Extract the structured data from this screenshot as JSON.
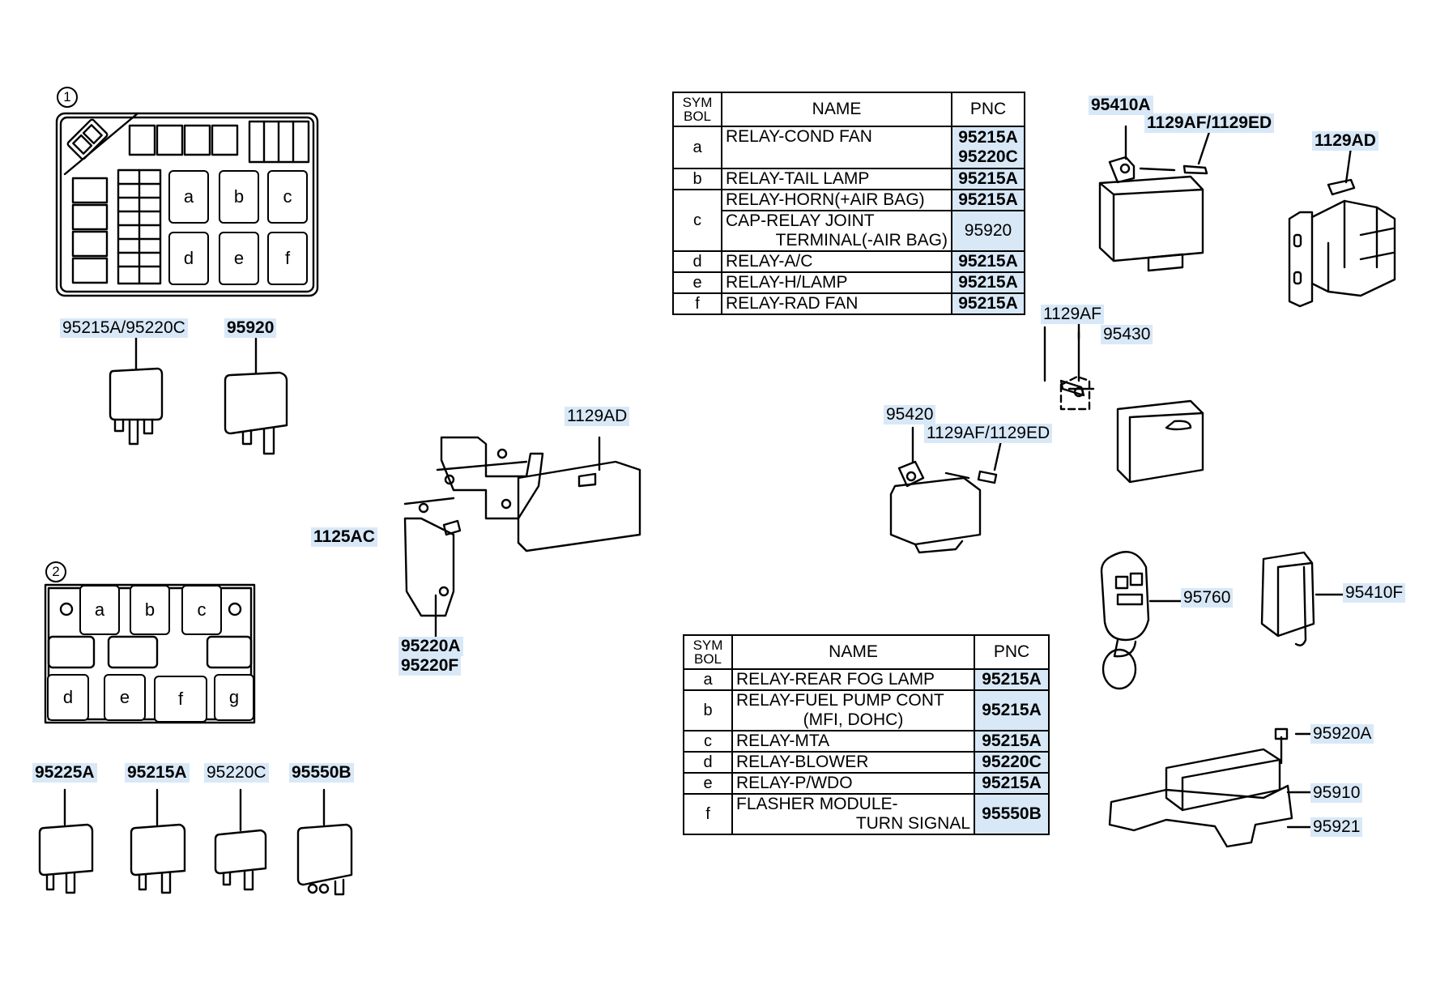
{
  "box1": {
    "number": "1",
    "slots": [
      "a",
      "b",
      "c",
      "d",
      "e",
      "f"
    ]
  },
  "box2": {
    "number": "2",
    "slots": [
      "a",
      "b",
      "c",
      "d",
      "e",
      "f",
      "g"
    ]
  },
  "labels": {
    "l_95215a_95220c": "95215A/95220C",
    "l_95920_top": "95920",
    "l_1129ad_center": "1129AD",
    "l_1125ac": "1125AC",
    "l_95220a": "95220A",
    "l_95220f": "95220F",
    "l_95225a": "95225A",
    "l_95215a_bottom": "95215A",
    "l_95220c_bottom": "95220C",
    "l_95550b": "95550B",
    "l_95410a": "95410A",
    "l_1129af_1129ed_top": "1129AF/1129ED",
    "l_1129ad_right": "1129AD",
    "l_1129af": "1129AF",
    "l_95430": "95430",
    "l_95420": "95420",
    "l_1129af_1129ed_mid": "1129AF/1129ED",
    "l_95760": "95760",
    "l_95410f": "95410F",
    "l_95920a": "95920A",
    "l_95910": "95910",
    "l_95921": "95921"
  },
  "table1": {
    "headers": {
      "sym": [
        "SYM",
        "BOL"
      ],
      "name": "NAME",
      "pnc": "PNC"
    },
    "rows": [
      {
        "sym": "a",
        "name": [
          "RELAY-COND FAN"
        ],
        "pnc": [
          "95215A",
          "95220C"
        ]
      },
      {
        "sym": "b",
        "name": [
          "RELAY-TAIL LAMP"
        ],
        "pnc": [
          "95215A"
        ]
      },
      {
        "sym": "c",
        "name": [
          "RELAY-HORN(+AIR BAG)"
        ],
        "pnc": [
          "95215A"
        ]
      },
      {
        "sym": "",
        "name": [
          "CAP-RELAY JOINT",
          "TERMINAL(-AIR BAG)"
        ],
        "pnc": [
          "95920"
        ]
      },
      {
        "sym": "d",
        "name": [
          "RELAY-A/C"
        ],
        "pnc": [
          "95215A"
        ]
      },
      {
        "sym": "e",
        "name": [
          "RELAY-H/LAMP"
        ],
        "pnc": [
          "95215A"
        ]
      },
      {
        "sym": "f",
        "name": [
          "RELAY-RAD FAN"
        ],
        "pnc": [
          "95215A"
        ]
      }
    ]
  },
  "table2": {
    "headers": {
      "sym": [
        "SYM",
        "BOL"
      ],
      "name": "NAME",
      "pnc": "PNC"
    },
    "rows": [
      {
        "sym": "a",
        "name": [
          "RELAY-REAR FOG LAMP"
        ],
        "pnc": [
          "95215A"
        ]
      },
      {
        "sym": "b",
        "name": [
          "RELAY-FUEL PUMP CONT",
          "(MFI, DOHC)"
        ],
        "pnc": [
          "95215A"
        ]
      },
      {
        "sym": "c",
        "name": [
          "RELAY-MTA"
        ],
        "pnc": [
          "95215A"
        ]
      },
      {
        "sym": "d",
        "name": [
          "RELAY-BLOWER"
        ],
        "pnc": [
          "95220C"
        ]
      },
      {
        "sym": "e",
        "name": [
          "RELAY-P/WDO"
        ],
        "pnc": [
          "95215A"
        ]
      },
      {
        "sym": "f",
        "name": [
          "FLASHER MODULE-",
          "TURN SIGNAL"
        ],
        "pnc": [
          "95550B"
        ]
      }
    ]
  }
}
